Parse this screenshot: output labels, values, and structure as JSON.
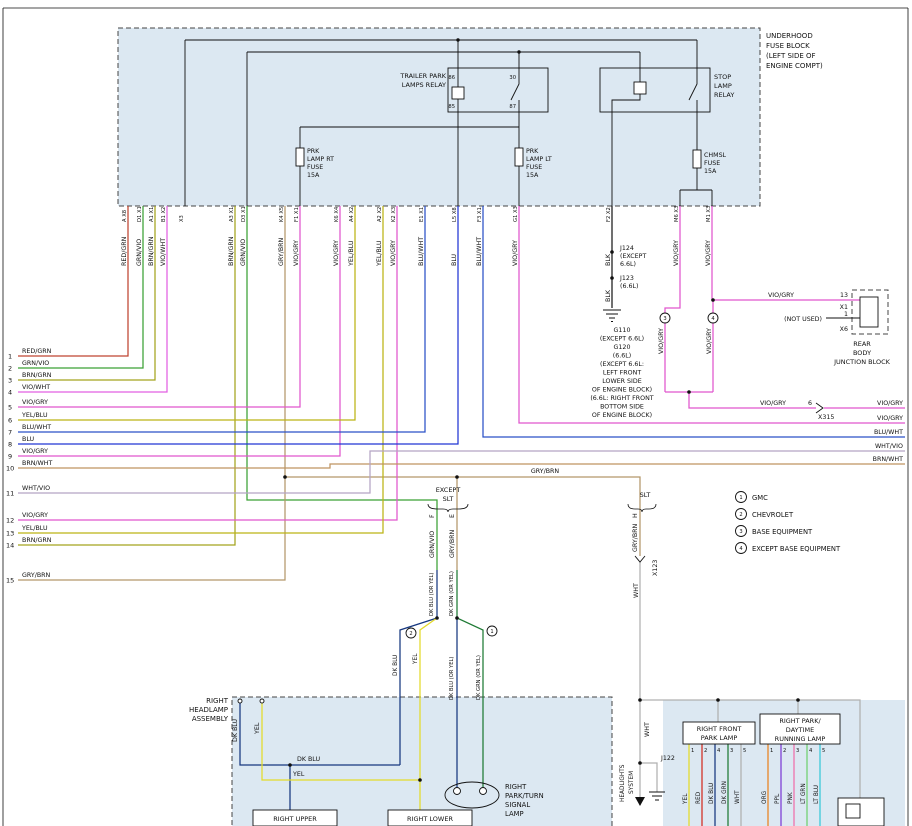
{
  "colors": {
    "RED/GRN": "#bf4530",
    "GRN/VIO": "#3aa035",
    "BRN/GRN": "#a3a31e",
    "VIO/WHT": "#e25fe2",
    "VIO/GRY": "#e056ce",
    "YEL/BLU": "#bcb414",
    "BLU/WHT": "#2a52c8",
    "BLU": "#2036d4",
    "BRN/WHT": "#bf9460",
    "WHT/VIO": "#b4a4c4",
    "GRY/BRN": "#b3986a",
    "BLK": "#1a1a1a",
    "DK BLU": "#16377f",
    "YEL": "#e4da2a",
    "DK GRN": "#1e7a34",
    "WHT": "#b0b0b0",
    "RED": "#d22b20",
    "ORG": "#e8821e",
    "PPL": "#7d3bd4",
    "PNK": "#f06eaa",
    "LT GRN": "#6fd06f",
    "LT BLU": "#35c8d8",
    "box_fill": "#dce8f2",
    "frame": "#111111"
  },
  "fb": {
    "t1": "UNDERHOOD",
    "t2": "FUSE BLOCK",
    "t3": "(LEFT SIDE OF",
    "t4": "ENGINE COMPT)",
    "tr1": "TRAILER PARK",
    "tr2": "LAMPS RELAY",
    "p86": "86",
    "p30": "30",
    "p85": "85",
    "p87": "87",
    "sr1": "STOP",
    "sr2": "LAMP",
    "sr3": "RELAY",
    "frt": [
      "PRK",
      "LAMP RT",
      "FUSE",
      "15A"
    ],
    "flt": [
      "PRK",
      "LAMP LT",
      "FUSE",
      "15A"
    ],
    "fch": [
      "CHMSL",
      "FUSE",
      "15A"
    ]
  },
  "pins": [
    "A X8",
    "D1 X1",
    "A1 X1",
    "B1 X2",
    "X3",
    "A3 X1",
    "D3 X1",
    "K4 X5",
    "F1 X1",
    "K6 X4",
    "A4 X2",
    "A2 X2",
    "K2 X3",
    "E1 X1",
    "L5 X8",
    "F3 X1",
    "G1 X3",
    "F2 X2",
    "M6 X3",
    "M1 X3"
  ],
  "tw": [
    "RED/GRN",
    "GRN/VIO",
    "BRN/GRN",
    "VIO/WHT",
    "BRN/GRN",
    "GRN/VIO",
    "GRY/BRN",
    "VIO/GRY",
    "VIO/GRY",
    "YEL/BLU",
    "YEL/BLU",
    "VIO/GRY",
    "BLU/WHT",
    "BLU",
    "BLU/WHT",
    "VIO/GRY",
    "BLK",
    "VIO/GRY",
    "VIO/GRY"
  ],
  "lw": [
    {
      "num": "1",
      "label": "RED/GRN"
    },
    {
      "num": "2",
      "label": "GRN/VIO"
    },
    {
      "num": "3",
      "label": "BRN/GRN"
    },
    {
      "num": "4",
      "label": "VIO/WHT"
    },
    {
      "num": "5",
      "label": "VIO/GRY"
    },
    {
      "num": "6",
      "label": "YEL/BLU"
    },
    {
      "num": "7",
      "label": "BLU/WHT"
    },
    {
      "num": "8",
      "label": "BLU"
    },
    {
      "num": "9",
      "label": "VIO/GRY"
    },
    {
      "num": "10",
      "label": "BRN/WHT"
    },
    {
      "num": "11",
      "label": "WHT/VIO"
    },
    {
      "num": "12",
      "label": "VIO/GRY"
    },
    {
      "num": "13",
      "label": "YEL/BLU"
    },
    {
      "num": "14",
      "label": "BRN/GRN"
    },
    {
      "num": "15",
      "label": "GRY/BRN"
    }
  ],
  "gnd": {
    "blk": "BLK",
    "j124a": "J124",
    "j124b": "(EXCEPT",
    "j124c": "6.6L)",
    "j123a": "J123",
    "j123b": "(6.6L)",
    "g110": [
      "G110",
      "(EXCEPT 6.6L)",
      "G120",
      "(6.6L)",
      "(EXCEPT 6.6L:",
      "LEFT FRONT",
      "LOWER SIDE",
      "OF ENGINE BLOCK)",
      "(6.6L: RIGHT FRONT",
      "BOTTOM SIDE",
      "OF ENGINE BLOCK)"
    ],
    "j122": "J122"
  },
  "jb": {
    "n13": "13",
    "x1": "X1",
    "n1": "1",
    "x6": "X6",
    "nu": "(NOT USED)",
    "vg": "VIO/GRY",
    "r1": "REAR",
    "r2": "BODY",
    "r3": "JUNCTION BLOCK"
  },
  "re": {
    "x315": "X315",
    "n6": "6",
    "vg": "VIO/GRY",
    "l1": "VIO/GRY",
    "l2": "VIO/GRY",
    "l3": "BLU/WHT",
    "l4": "WHT/VIO",
    "l5": "BRN/WHT"
  },
  "mid": {
    "gb": "GRY/BRN",
    "ex1": "EXCEPT",
    "ex2": "SLT",
    "slt": "SLT",
    "fd": "F",
    "fc": "GRN/VIO",
    "ed": "E",
    "ec": "GRY/BRN",
    "hd": "H",
    "hc": "GRY/BRN",
    "x123": "X123",
    "wht": "WHT",
    "bl1": "DK BLU (OR YEL)",
    "bl2": "DK GRN (OR YEL)",
    "cl1": "DK BLU",
    "cl2": "YEL",
    "gl1": "DK BLU (OR YEL)",
    "gl2": "DK GRN (OR YEL)",
    "hs1": "HEADLIGHTS",
    "hs2": "SYSTEM"
  },
  "legend": [
    {
      "num": "1",
      "label": "GMC"
    },
    {
      "num": "2",
      "label": "CHEVROLET"
    },
    {
      "num": "3",
      "label": "BASE EQUIPMENT"
    },
    {
      "num": "4",
      "label": "EXCEPT BASE EQUIPMENT"
    }
  ],
  "callouts": {
    "c1": "1",
    "c2": "2",
    "c3": "3",
    "c4": "4"
  },
  "hl": {
    "a1": "RIGHT",
    "a2": "HEADLAMP",
    "a3": "ASSEMBLY",
    "v1": "DK BLU",
    "v2": "YEL",
    "h1": "DK BLU",
    "h2": "YEL",
    "b1": "RIGHT UPPER",
    "b2": "RIGHT LOWER"
  },
  "ptl": [
    "RIGHT",
    "PARK/TURN",
    "SIGNAL",
    "LAMP"
  ],
  "fpl": {
    "t1": "RIGHT FRONT",
    "t2": "PARK LAMP",
    "pins": [
      {
        "num": "1",
        "color": "YEL"
      },
      {
        "num": "2",
        "color": "RED"
      },
      {
        "num": "4",
        "color": "DK BLU"
      },
      {
        "num": "3",
        "color": "DK GRN"
      },
      {
        "num": "5",
        "color": "WHT"
      }
    ]
  },
  "drl": {
    "t1": "RIGHT PARK/",
    "t2": "DAYTIME",
    "t3": "RUNNING LAMP",
    "pins": [
      {
        "num": "1",
        "color": "ORG"
      },
      {
        "num": "2",
        "color": "PPL"
      },
      {
        "num": "3",
        "color": "PNK"
      },
      {
        "num": "4",
        "color": "LT GRN"
      },
      {
        "num": "5",
        "color": "LT BLU"
      }
    ]
  }
}
